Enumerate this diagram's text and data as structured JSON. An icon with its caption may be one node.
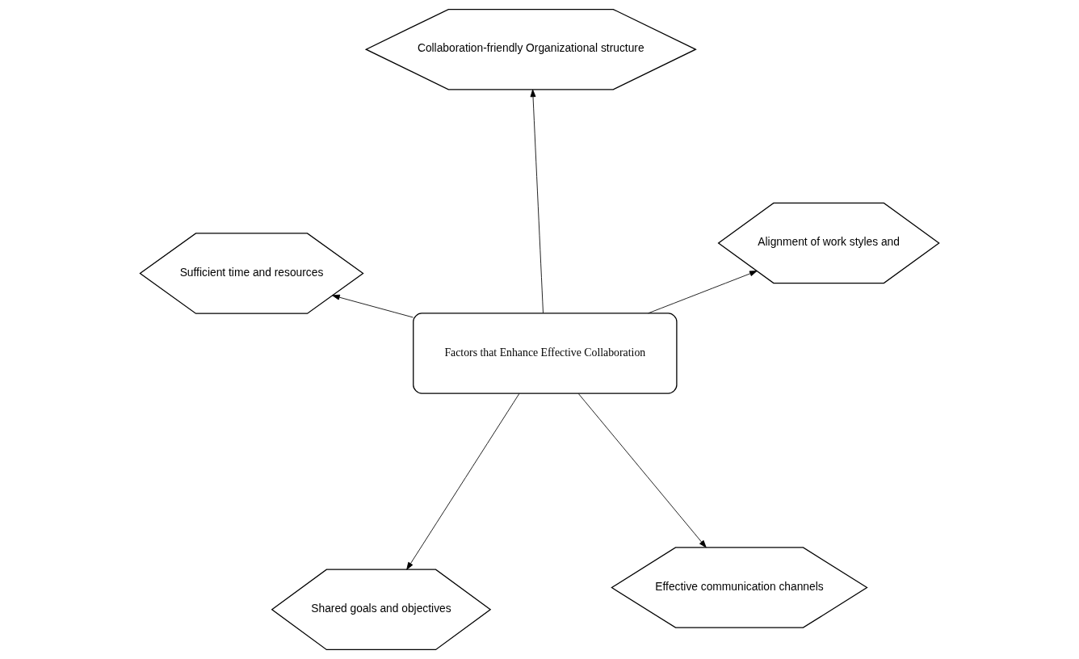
{
  "diagram": {
    "nodes": [
      {
        "text": [
          "Factors that Enhance Effective Collaboration"
        ]
      },
      {
        "text": [
          "Effective communication channels"
        ]
      },
      {
        "text": [
          "Shared goals and objectives"
        ]
      },
      {
        "text": [
          "Sufficient time and resources"
        ]
      },
      {
        "text": [
          "Alignment of work styles and"
        ]
      },
      {
        "text": [
          "Collaboration-friendly Organizational structure"
        ]
      }
    ],
    "edges": [
      {
        "from": 0,
        "to": 1,
        "arrow": "to"
      },
      {
        "from": 0,
        "to": 2,
        "arrow": "to"
      },
      {
        "from": 0,
        "to": 3,
        "arrow": "to"
      },
      {
        "from": 0,
        "to": 4,
        "arrow": "to"
      },
      {
        "from": 0,
        "to": 5,
        "arrow": "to"
      }
    ]
  }
}
